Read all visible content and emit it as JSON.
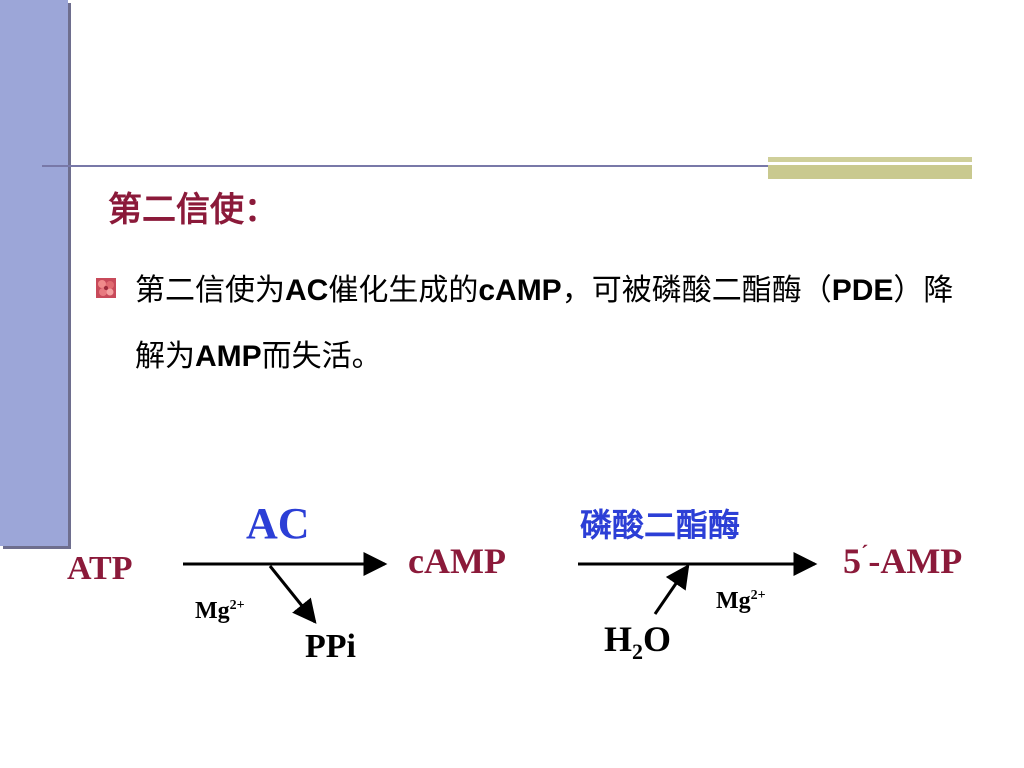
{
  "slide": {
    "heading": "第二信使：",
    "bullet": {
      "parts": [
        {
          "text": "第二信使为",
          "bold": false
        },
        {
          "text": "AC",
          "bold": true
        },
        {
          "text": "催化生成的",
          "bold": false
        },
        {
          "text": "cAMP",
          "bold": true
        },
        {
          "text": "，可被磷酸二酯酶（",
          "bold": false
        },
        {
          "text": "PDE",
          "bold": true
        },
        {
          "text": "）降解为",
          "bold": false
        },
        {
          "text": "AMP",
          "bold": true
        },
        {
          "text": "而失活。",
          "bold": false
        }
      ]
    }
  },
  "diagram": {
    "substrate": "ATP",
    "enzyme1": "AC",
    "cofactor1": {
      "base": "Mg",
      "sup": "2+"
    },
    "byproduct1": "PPi",
    "intermediate": "cAMP",
    "enzyme2": "磷酸二酯酶",
    "cofactor2": {
      "base": "Mg",
      "sup": "2+"
    },
    "reagent2": {
      "h": "H",
      "sub": "2",
      "o": "O"
    },
    "product": {
      "prefix": "5",
      "prime": "´",
      "suffix": "-AMP"
    }
  },
  "colors": {
    "maroon": "#8b1a3a",
    "blue": "#2c3fd6",
    "sidebar": "#9ca6d8"
  }
}
